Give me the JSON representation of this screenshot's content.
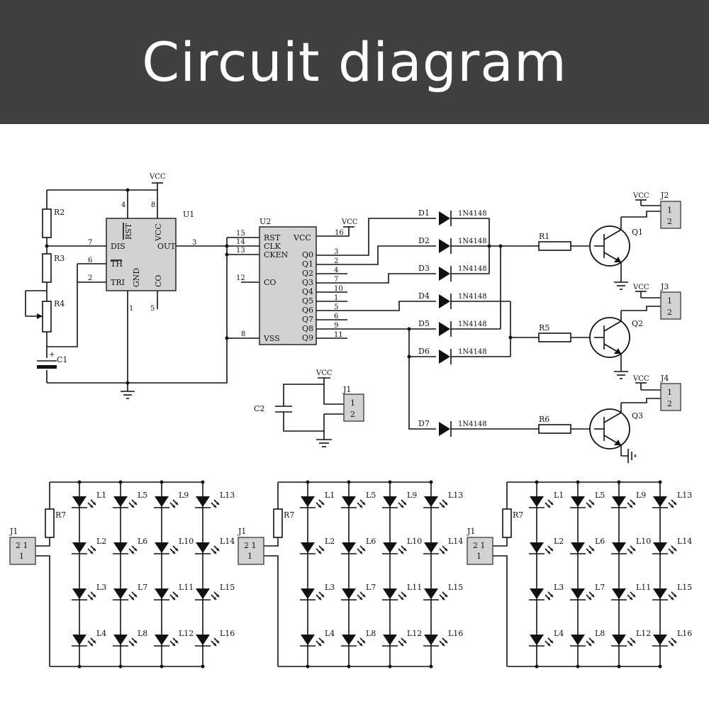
{
  "header": {
    "title": "Circuit diagram"
  },
  "labels": {
    "vcc": "VCC",
    "in4148": "1N4148",
    "u1": "U1",
    "u2": "U2",
    "r1": "R1",
    "r2": "R2",
    "r3": "R3",
    "r4": "R4",
    "r5": "R5",
    "r6": "R6",
    "r7": "R7",
    "c1": "C1",
    "c2": "C2",
    "d1": "D1",
    "d2": "D2",
    "d3": "D3",
    "d4": "D4",
    "d5": "D5",
    "d6": "D6",
    "d7": "D7",
    "q1": "Q1",
    "q2": "Q2",
    "q3": "Q3",
    "j1": "J1",
    "j2": "J2",
    "j3": "J3",
    "j4": "J4"
  },
  "u1": {
    "pins": {
      "rst": "RST",
      "vcc": "VCC",
      "dis": "DIS",
      "out": "OUT",
      "th": "TH",
      "tri": "TRI",
      "gnd": "GND",
      "co": "CO"
    },
    "numbers": {
      "n4": "4",
      "n8": "8",
      "n7": "7",
      "n6": "6",
      "n2": "2",
      "n3": "3",
      "n1": "1",
      "n5": "5"
    }
  },
  "u2": {
    "pins": {
      "rst": "RST",
      "clk": "CLK",
      "cken": "CKEN",
      "co": "CO",
      "vss": "VSS",
      "vcc": "VCC",
      "q0": "Q0",
      "q1": "Q1",
      "q2": "Q2",
      "q3": "Q3",
      "q4": "Q4",
      "q5": "Q5",
      "q6": "Q6",
      "q7": "Q7",
      "q8": "Q8",
      "q9": "Q9"
    },
    "numbers": {
      "n15": "15",
      "n14": "14",
      "n13": "13",
      "n12": "12",
      "n8": "8",
      "n16": "16",
      "q0": "3",
      "q1": "2",
      "q2": "4",
      "q3": "7",
      "q4": "10",
      "q5": "1",
      "q6": "5",
      "q7": "6",
      "q8": "9",
      "q9": "11"
    }
  },
  "connector": {
    "pin1": "1",
    "pin2": "2"
  },
  "leds": [
    "L1",
    "L5",
    "L9",
    "L13",
    "L2",
    "L6",
    "L10",
    "L14",
    "L3",
    "L7",
    "L11",
    "L15",
    "L4",
    "L8",
    "L12",
    "L16"
  ]
}
